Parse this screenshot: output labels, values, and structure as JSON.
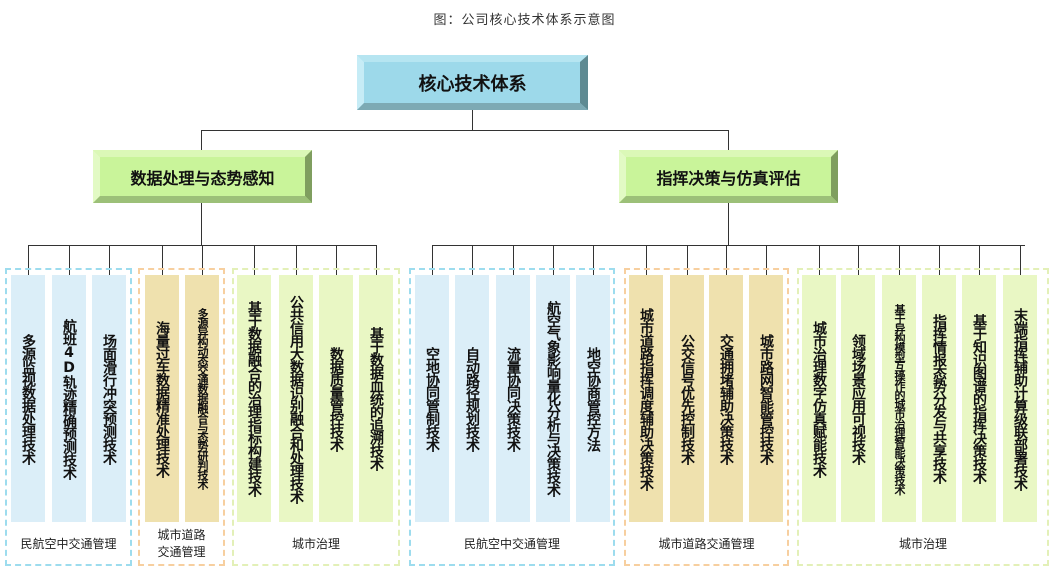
{
  "caption": "图：公司核心技术体系示意图",
  "root": {
    "label": "核心技术体系",
    "color": "#9dd9ea"
  },
  "branches": [
    {
      "label": "数据处理与态势感知",
      "color": "#c9f49a"
    },
    {
      "label": "指挥决策与仿真评估",
      "color": "#c9f49a"
    }
  ],
  "groups": [
    {
      "label": "民航空中交通管理",
      "theme": "blue",
      "border": "#9ddcee",
      "items": [
        "多源监视数据处理技术",
        "航班4D轨迹精确预测技术",
        "场面滑行冲突预测技术"
      ]
    },
    {
      "label": "城市道路\n交通管理",
      "label_line1": "城市道路",
      "label_line2": "交通管理",
      "theme": "tan",
      "border": "#f7cf9f",
      "items": [
        "海量过车数据精准处理技术",
        "多源异构动态交通数据融合与态势研判技术"
      ]
    },
    {
      "label": "城市治理",
      "theme": "green",
      "border": "#e3f0b8",
      "items": [
        "基于数据融合的治理指标构建技术",
        "公共信用大数据识别融合和处理技术",
        "数据质量管控技术",
        "基于数据血统的追溯技术"
      ]
    },
    {
      "label": "民航空中交通管理",
      "theme": "blue",
      "border": "#9ddcee",
      "items": [
        "空地协同管制技术",
        "自动路径规划技术",
        "流量协同决策技术",
        "航空气象影响量化分析与决策技术",
        "地空协商管控方法"
      ]
    },
    {
      "label": "城市道路交通管理",
      "theme": "tan",
      "border": "#f7cf9f",
      "items": [
        "城市道路指挥调度辅助决策技术",
        "公交信号优先控制技术",
        "交通拥堵辅助决策技术",
        "城市路网智能管控技术"
      ]
    },
    {
      "label": "城市治理",
      "theme": "green",
      "border": "#e3f0b8",
      "items": [
        "城市治理数字仿真赋能技术",
        "领域场景应用可视技术",
        "基于异构模型互操作的城市治理智能决策技术",
        "指挥情报态势分发与共享技术",
        "基于知识图谱的指挥决策技术",
        "末端指挥辅助计算级联部署技术"
      ]
    }
  ]
}
